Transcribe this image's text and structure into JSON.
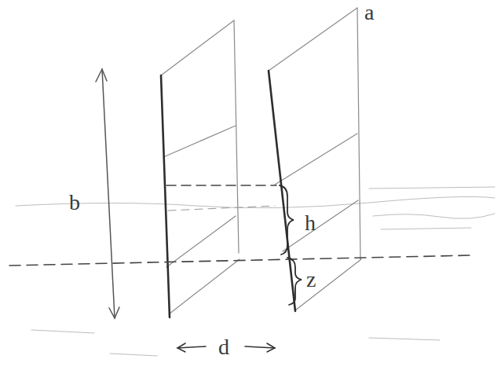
{
  "diagram": {
    "labels": [
      "a",
      "b",
      "h",
      "z",
      "d"
    ]
  }
}
